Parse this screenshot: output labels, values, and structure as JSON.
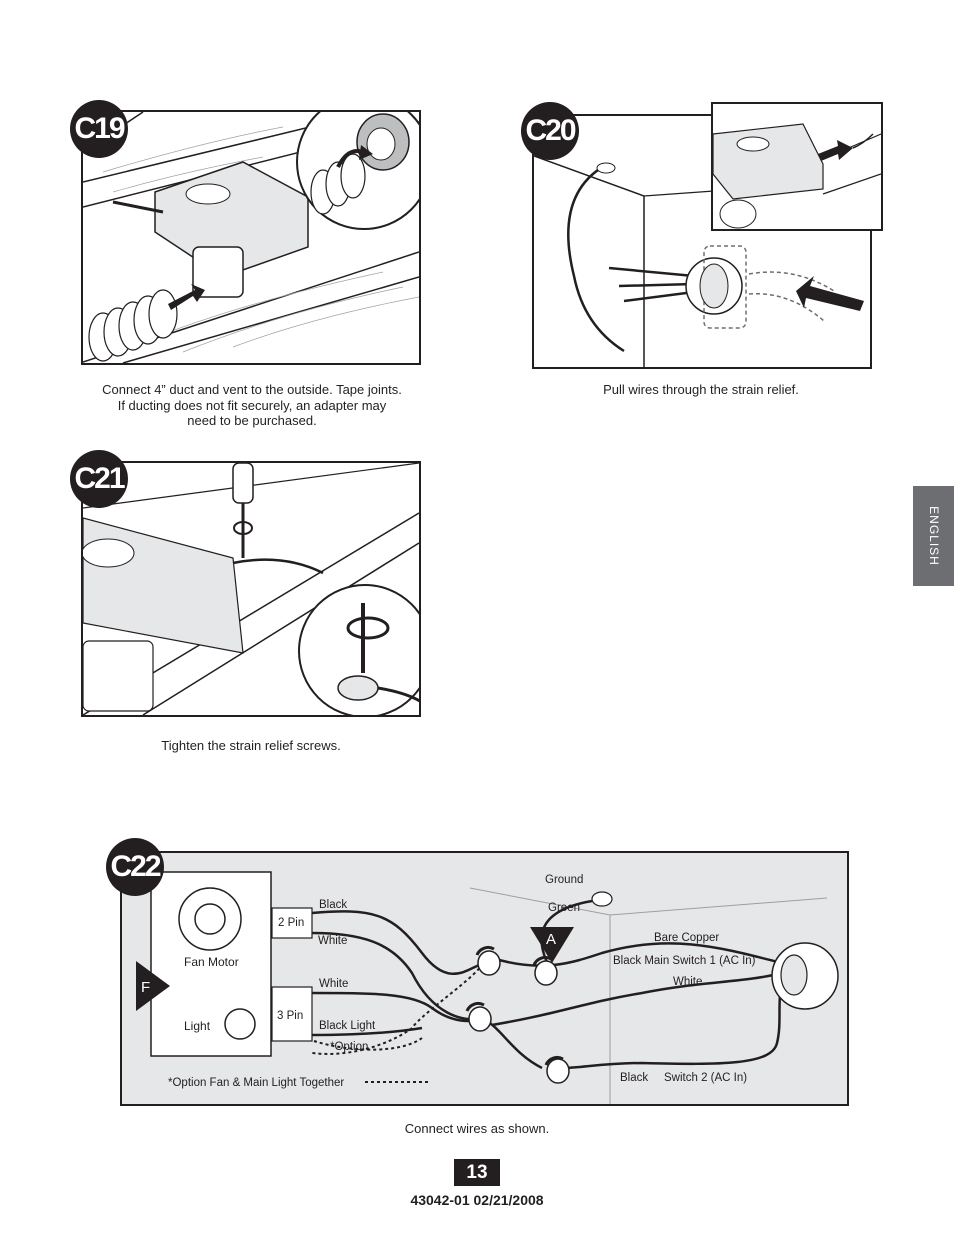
{
  "steps": [
    {
      "id": "C19",
      "caption_lines": [
        "Connect 4” duct and vent to the outside. Tape joints.",
        "If ducting does not fit securely, an adapter may",
        "need to be purchased."
      ]
    },
    {
      "id": "C20",
      "caption_lines": [
        "Pull wires through the strain relief."
      ]
    },
    {
      "id": "C21",
      "caption_lines": [
        "Tighten the strain relief screws."
      ]
    },
    {
      "id": "C22",
      "caption_lines": [
        "Connect wires as shown."
      ]
    }
  ],
  "wiring": {
    "fan_motor": "Fan Motor",
    "light": "Light",
    "pin2": "2 Pin",
    "pin3": "3 Pin",
    "black": "Black",
    "white_top": "White",
    "white_mid": "White",
    "black_light": "Black Light",
    "option": "*Option",
    "option_note": "*Option Fan & Main Light Together",
    "ground": "Ground",
    "green": "Green",
    "bare_copper": "Bare Copper",
    "switch1": "Black Main Switch 1 (AC In)",
    "white_right": "White",
    "black_bottom": "Black",
    "switch2": "Switch 2 (AC In)",
    "marker_a": "A",
    "marker_f": "F"
  },
  "side_tab": "ENGLISH",
  "page_number": "13",
  "doc_id": "43042-01  02/21/2008"
}
